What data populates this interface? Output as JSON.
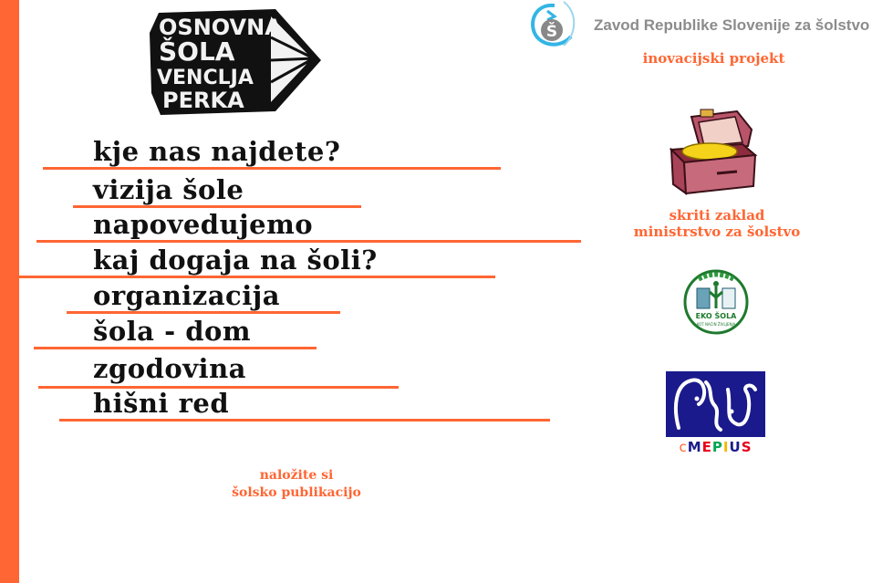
{
  "colors": {
    "accent": "#ff6633",
    "nav_text": "#111111",
    "zrss_gray": "#8c8c8c",
    "mepius_blue": "#1a1a8c"
  },
  "school_logo": {
    "lines": [
      "OSNOVNA",
      "ŠOLA",
      "VENCLJA",
      "PERKA"
    ]
  },
  "zrss": {
    "icon_letter": "Š",
    "name": "Zavod Republike Slovenije za šolstvo",
    "caption": "inovacijski projekt"
  },
  "nav": {
    "items": [
      {
        "label": "kje nas najdete?"
      },
      {
        "label": "vizija šole"
      },
      {
        "label": "napovedujemo"
      },
      {
        "label": "kaj dogaja na šoli?"
      },
      {
        "label": "organizacija"
      },
      {
        "label": "šola - dom"
      },
      {
        "label": "zgodovina"
      },
      {
        "label": "hišni red"
      }
    ]
  },
  "treasure": {
    "icon": "treasure-chest-icon",
    "caption_line1": "skriti zaklad",
    "caption_line2": "ministrstvo za šolstvo"
  },
  "eko": {
    "title": "EKO ŠOLA",
    "subtitle": "KOT NAČIN ŽIVLJENJA"
  },
  "mepius": {
    "letters": [
      "c",
      "M",
      "E",
      "P",
      "I",
      "U",
      "S"
    ],
    "letter_colors": [
      "#ff6633",
      "#1a1a8c",
      "#e8001c",
      "#00a651",
      "#ffcc00",
      "#1a1a8c",
      "#e8001c"
    ]
  },
  "download": {
    "line1": "naložite si",
    "line2": "šolsko publikacijo"
  }
}
